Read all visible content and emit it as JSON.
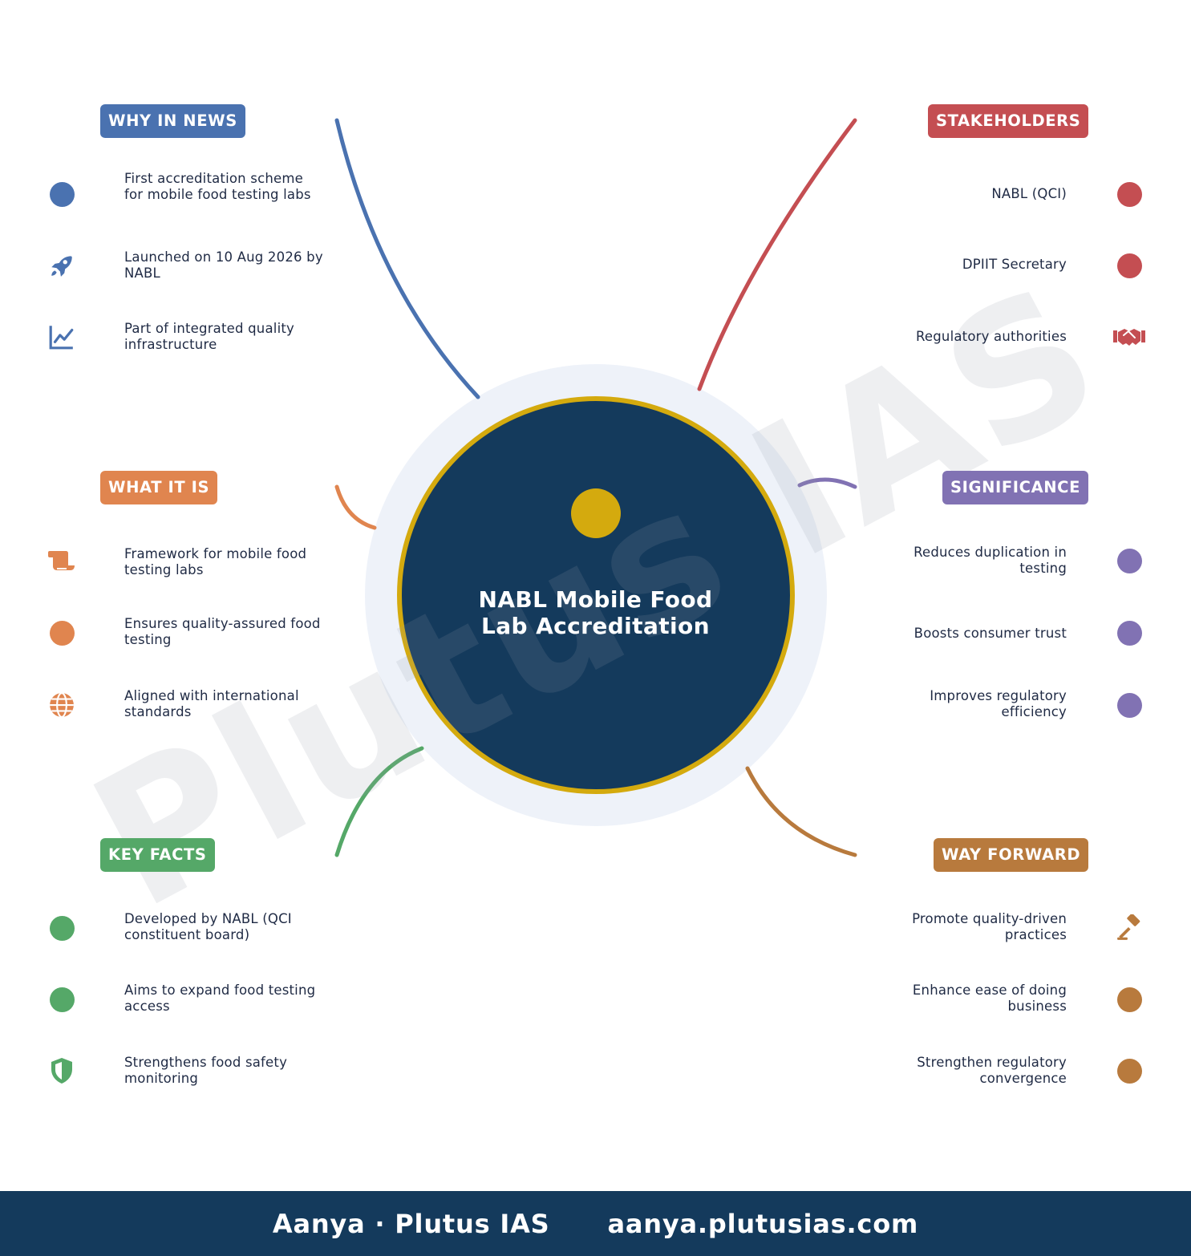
{
  "center": {
    "title": "NABL Mobile Food Lab Accreditation",
    "accent": "#d4aa0e",
    "fill": "#143a5c"
  },
  "watermark": "Plutus IAS",
  "sections": {
    "why_in_news": {
      "label": "WHY IN NEWS",
      "color": "#4a72b0",
      "items": [
        {
          "text": "First accreditation scheme for mobile food testing labs",
          "icon": "dot"
        },
        {
          "text": "Launched on 10 Aug 2026 by NABL",
          "icon": "rocket-icon"
        },
        {
          "text": "Part of integrated quality infrastructure",
          "icon": "chart-line-icon"
        }
      ]
    },
    "what_it_is": {
      "label": "WHAT IT IS",
      "color": "#e0854f",
      "items": [
        {
          "text": "Framework for mobile food testing labs",
          "icon": "scroll-icon"
        },
        {
          "text": "Ensures quality-assured food testing",
          "icon": "dot"
        },
        {
          "text": "Aligned with international standards",
          "icon": "globe-icon"
        }
      ]
    },
    "key_facts": {
      "label": "KEY FACTS",
      "color": "#55a868",
      "items": [
        {
          "text": "Developed by NABL (QCI constituent board)",
          "icon": "dot"
        },
        {
          "text": "Aims to expand food testing access",
          "icon": "dot"
        },
        {
          "text": "Strengthens food safety monitoring",
          "icon": "shield-icon"
        }
      ]
    },
    "stakeholders": {
      "label": "STAKEHOLDERS",
      "color": "#c44e52",
      "items": [
        {
          "text": "NABL (QCI)",
          "icon": "dot"
        },
        {
          "text": "DPIIT Secretary",
          "icon": "dot"
        },
        {
          "text": "Regulatory authorities",
          "icon": "handshake-icon"
        }
      ]
    },
    "significance": {
      "label": "SIGNIFICANCE",
      "color": "#8172b3",
      "items": [
        {
          "text": "Reduces duplication in testing",
          "icon": "dot"
        },
        {
          "text": "Boosts consumer trust",
          "icon": "dot"
        },
        {
          "text": "Improves regulatory efficiency",
          "icon": "dot"
        }
      ]
    },
    "way_forward": {
      "label": "WAY FORWARD",
      "color": "#b87a3d",
      "items": [
        {
          "text": "Promote quality-driven practices",
          "icon": "gavel-icon"
        },
        {
          "text": "Enhance ease of doing business",
          "icon": "dot"
        },
        {
          "text": "Strengthen regulatory convergence",
          "icon": "dot"
        }
      ]
    }
  },
  "footer": {
    "left": "Aanya · Plutus IAS",
    "right": "aanya.plutusias.com"
  }
}
